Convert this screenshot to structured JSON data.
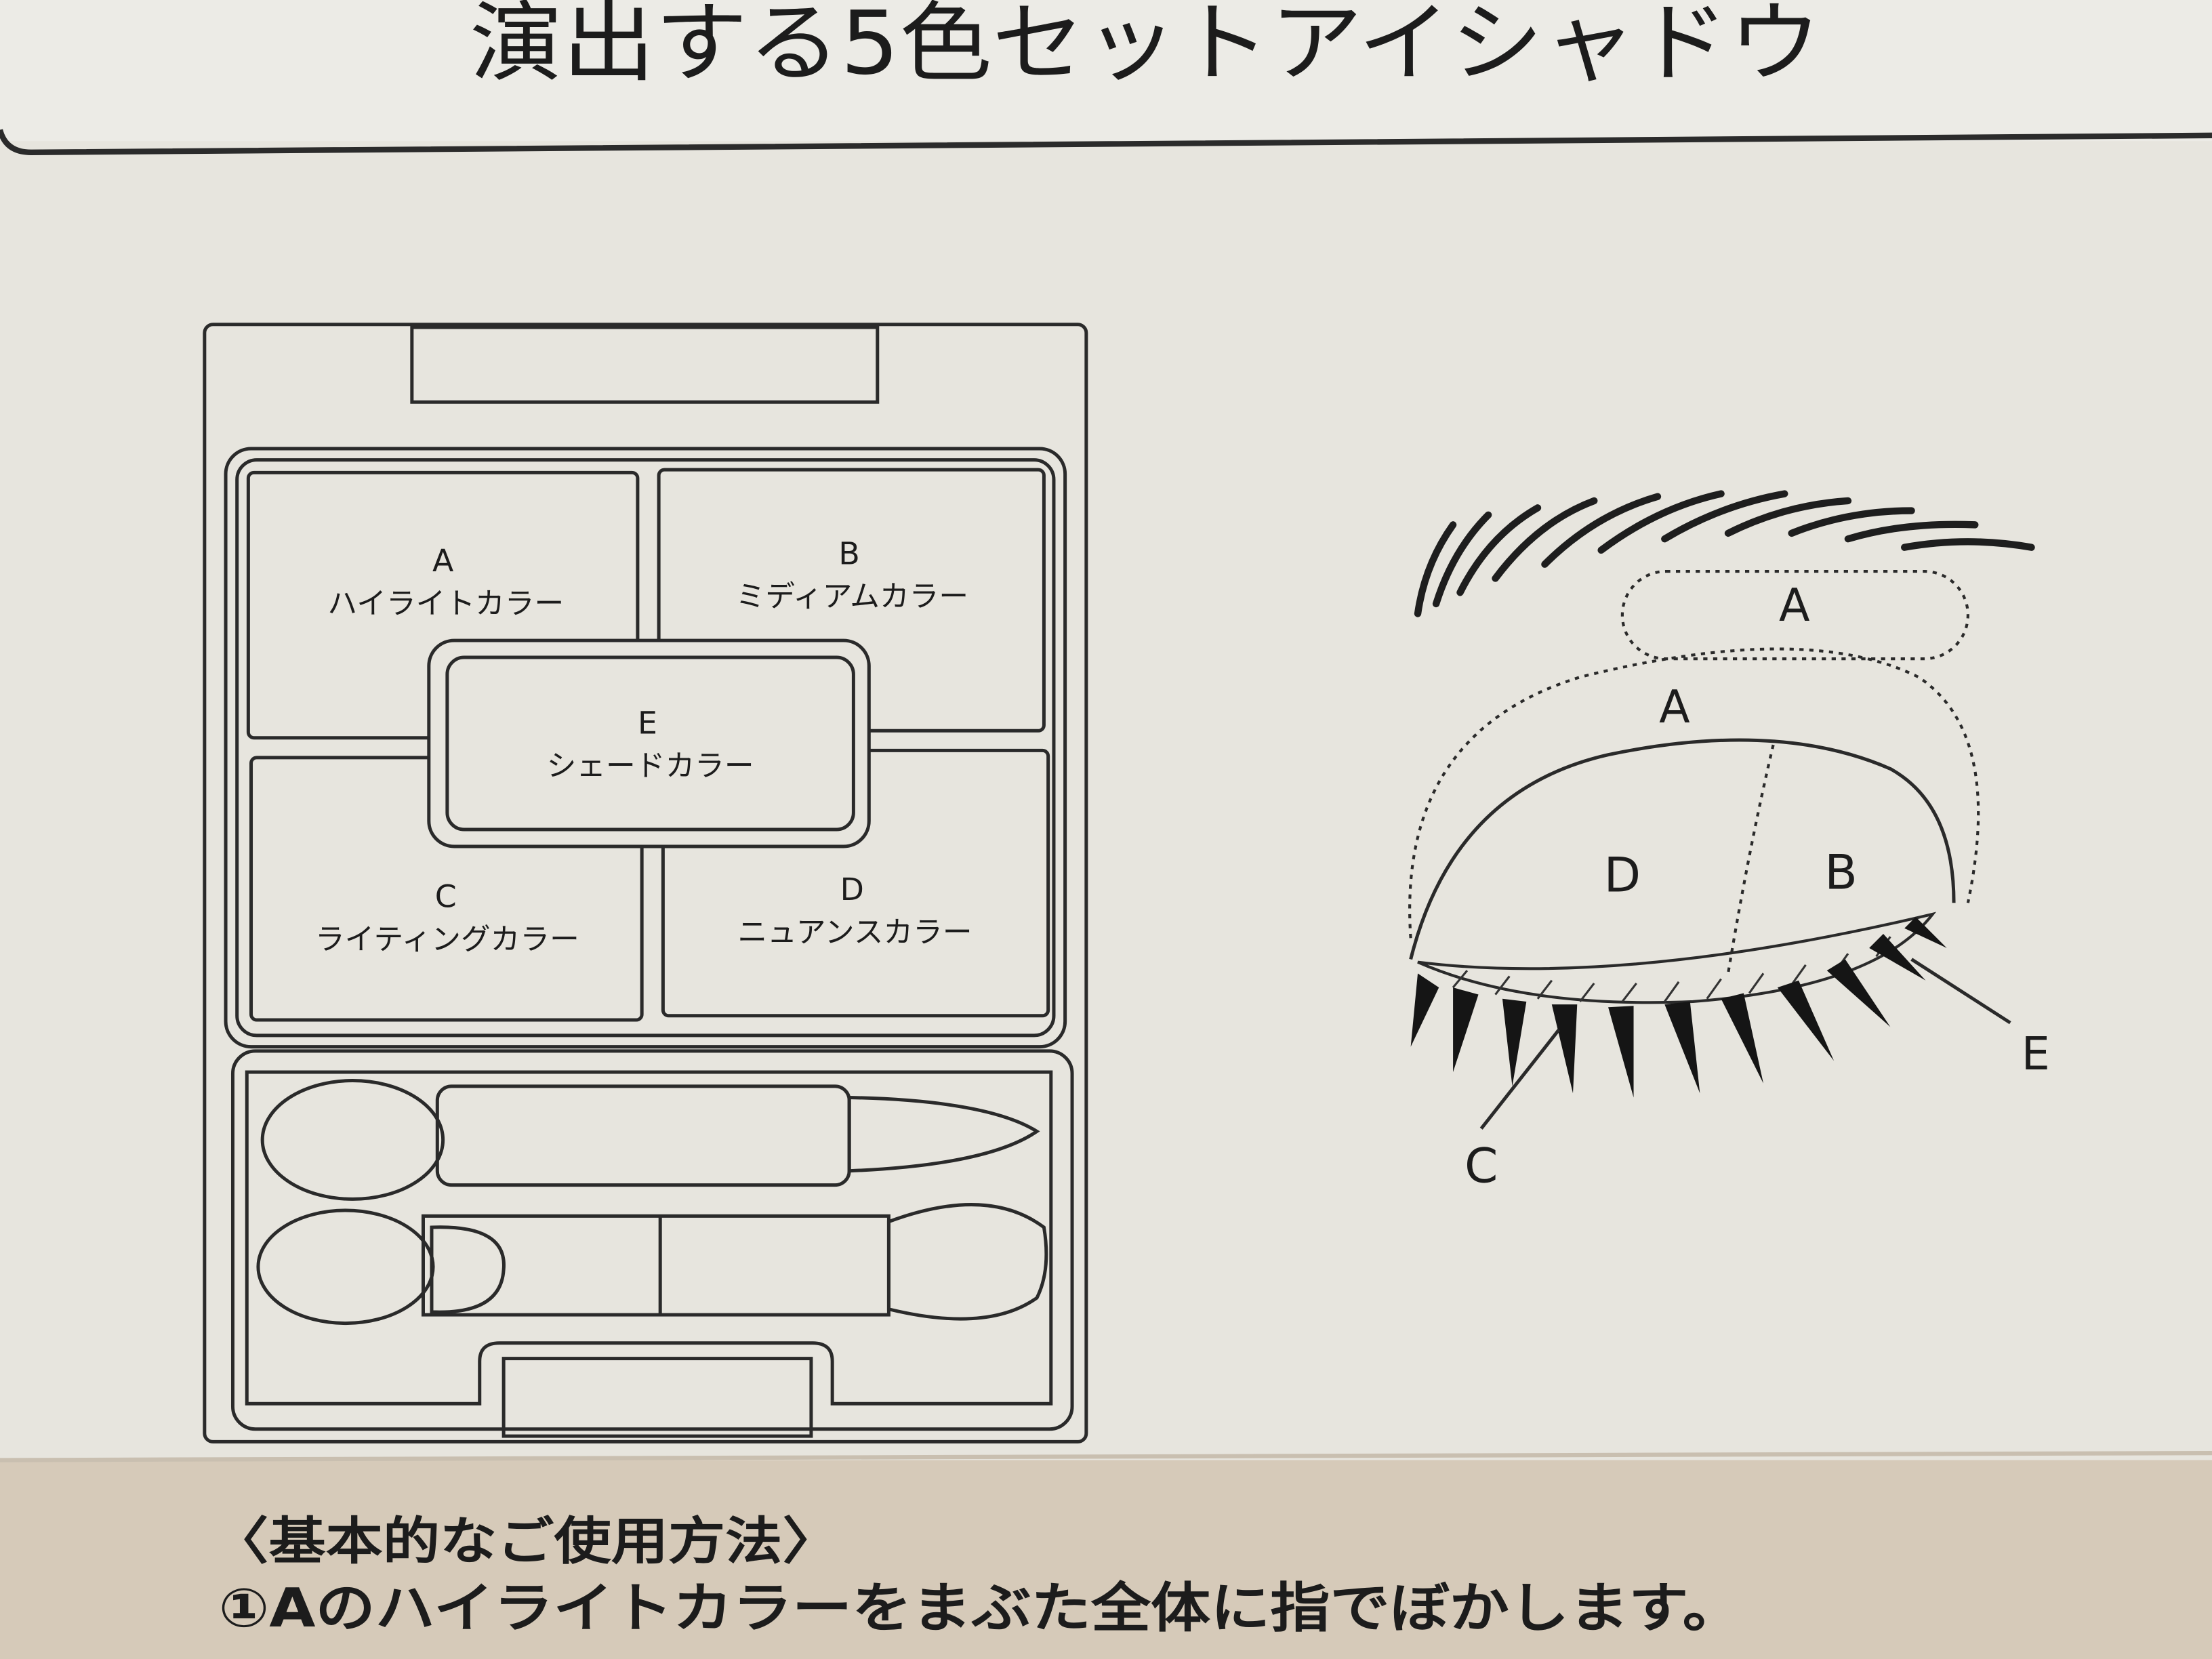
{
  "header": {
    "title": "演出する5色セットアイシャドウ"
  },
  "palette": {
    "cells": [
      {
        "letter": "A",
        "name": "ハイライトカラー"
      },
      {
        "letter": "B",
        "name": "ミディアムカラー"
      },
      {
        "letter": "C",
        "name": "ライティングカラー"
      },
      {
        "letter": "D",
        "name": "ニュアンスカラー"
      },
      {
        "letter": "E",
        "name": "シェードカラー"
      }
    ]
  },
  "eye_diagram": {
    "labels": {
      "a_brow": "A",
      "a_lid": "A",
      "b": "B",
      "d": "D",
      "c": "C",
      "e": "E"
    }
  },
  "instructions": {
    "heading": "〈基本的なご使用方法〉",
    "steps": [
      "①Aのハイライトカラーをまぶた全体に指でぼかします。"
    ]
  },
  "colors": {
    "paper": "#e7e5de",
    "band": "#d6cab9",
    "ink": "#1c1c1c"
  }
}
